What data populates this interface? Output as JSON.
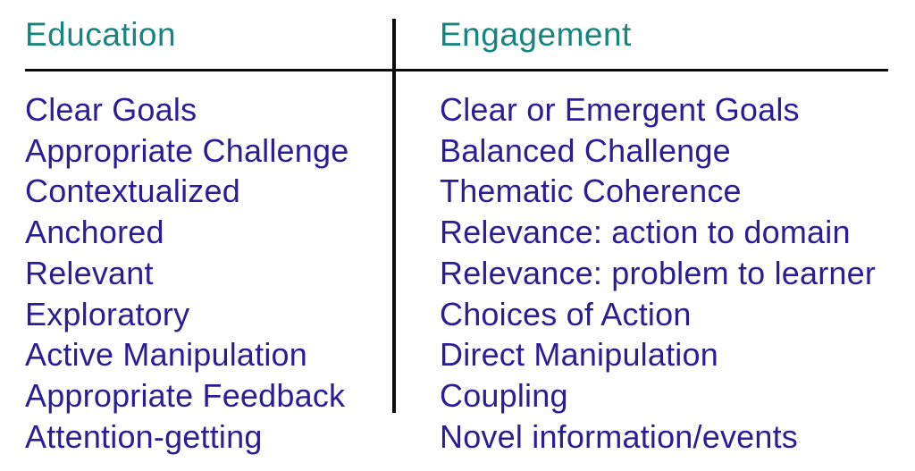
{
  "slide": {
    "background_color": "#ffffff",
    "divider_color": "#0b0b0b",
    "header_color": "#16857e",
    "body_color": "#2a1d96",
    "columns": [
      {
        "header": "Education",
        "items": [
          "Clear Goals",
          "Appropriate Challenge",
          "Contextualized",
          "Anchored",
          "Relevant",
          "Exploratory",
          "Active Manipulation",
          "Appropriate Feedback",
          "Attention-getting"
        ]
      },
      {
        "header": "Engagement",
        "items": [
          "Clear or Emergent Goals",
          "Balanced Challenge",
          "Thematic Coherence",
          "Relevance: action to domain",
          "Relevance: problem to learner",
          "Choices of Action",
          "Direct Manipulation",
          "Coupling",
          "Novel information/events"
        ]
      }
    ]
  }
}
